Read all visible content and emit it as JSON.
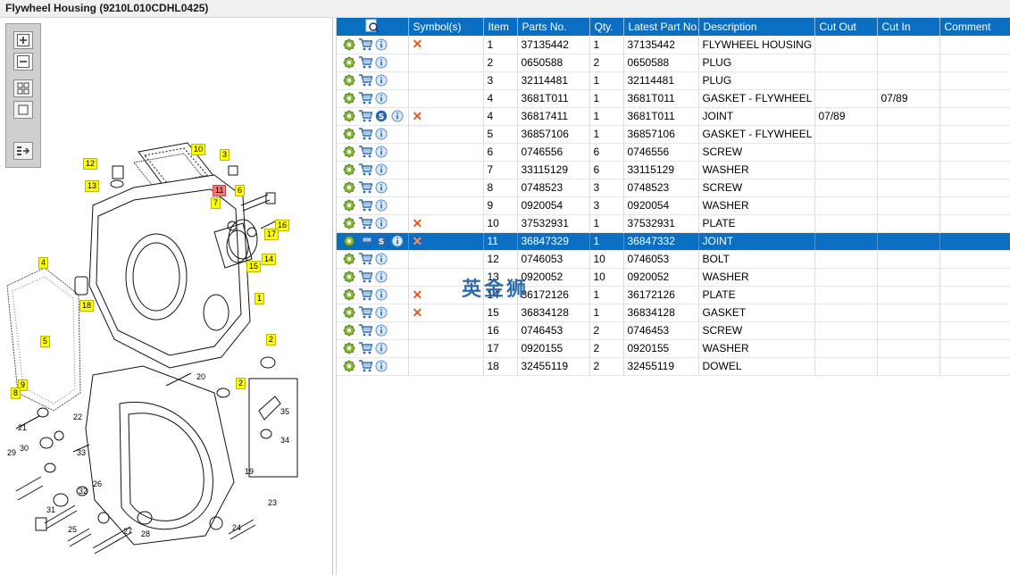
{
  "window": {
    "title": "Flywheel Housing (9210L010CDHL0425)"
  },
  "toolbar": {
    "buttons": [
      {
        "name": "zoom-in-button",
        "icon": "zoom-in-icon"
      },
      {
        "name": "zoom-out-button",
        "icon": "zoom-out-icon"
      },
      {
        "name": "fit-all-button",
        "icon": "grid-icon"
      },
      {
        "name": "fit-page-button",
        "icon": "square-icon"
      },
      {
        "name": "export-button",
        "icon": "list-arrow-icon"
      }
    ]
  },
  "diagram": {
    "callouts": [
      {
        "label": "10",
        "highlight": "yellow"
      },
      {
        "label": "3",
        "highlight": "yellow"
      },
      {
        "label": "12",
        "highlight": "yellow"
      },
      {
        "label": "13",
        "highlight": "yellow"
      },
      {
        "label": "11",
        "highlight": "red"
      },
      {
        "label": "6",
        "highlight": "yellow"
      },
      {
        "label": "7",
        "highlight": "yellow"
      },
      {
        "label": "16",
        "highlight": "yellow"
      },
      {
        "label": "17",
        "highlight": "yellow"
      },
      {
        "label": "15",
        "highlight": "yellow"
      },
      {
        "label": "14",
        "highlight": "yellow"
      },
      {
        "label": "1",
        "highlight": "yellow"
      },
      {
        "label": "4",
        "highlight": "yellow"
      },
      {
        "label": "18",
        "highlight": "yellow"
      },
      {
        "label": "5",
        "highlight": "yellow"
      },
      {
        "label": "2",
        "highlight": "yellow"
      },
      {
        "label": "2",
        "highlight": "yellow"
      },
      {
        "label": "9",
        "highlight": "yellow"
      },
      {
        "label": "8",
        "highlight": "yellow"
      }
    ],
    "labels": [
      "20",
      "22",
      "21",
      "33",
      "30",
      "29",
      "32",
      "26",
      "31",
      "25",
      "27",
      "28",
      "19",
      "23",
      "24",
      "35",
      "34"
    ]
  },
  "table": {
    "columns": [
      "",
      "Symbol(s)",
      "Item",
      "Parts No.",
      "Qty.",
      "Latest Part No.",
      "Description",
      "Cut Out",
      "Cut In",
      "Comment"
    ],
    "rows": [
      {
        "item": "1",
        "part": "37135442",
        "qty": "1",
        "latest": "37135442",
        "desc": "FLYWHEEL HOUSING",
        "cutout": "",
        "cutin": "",
        "comment": "",
        "sym": true,
        "s": false,
        "selected": false
      },
      {
        "item": "2",
        "part": "0650588",
        "qty": "2",
        "latest": "0650588",
        "desc": "PLUG",
        "cutout": "",
        "cutin": "",
        "comment": "",
        "sym": false,
        "s": false,
        "selected": false
      },
      {
        "item": "3",
        "part": "32114481",
        "qty": "1",
        "latest": "32114481",
        "desc": "PLUG",
        "cutout": "",
        "cutin": "",
        "comment": "",
        "sym": false,
        "s": false,
        "selected": false
      },
      {
        "item": "4",
        "part": "3681T011",
        "qty": "1",
        "latest": "3681T011",
        "desc": "GASKET - FLYWHEEL HOU",
        "cutout": "",
        "cutin": "07/89",
        "comment": "",
        "sym": false,
        "s": false,
        "selected": false
      },
      {
        "item": "4",
        "part": "36817411",
        "qty": "1",
        "latest": "3681T011",
        "desc": "JOINT",
        "cutout": "07/89",
        "cutin": "",
        "comment": "",
        "sym": true,
        "s": true,
        "selected": false
      },
      {
        "item": "5",
        "part": "36857106",
        "qty": "1",
        "latest": "36857106",
        "desc": "GASKET - FLYWHEEL HOU",
        "cutout": "",
        "cutin": "",
        "comment": "",
        "sym": false,
        "s": false,
        "selected": false
      },
      {
        "item": "6",
        "part": "0746556",
        "qty": "6",
        "latest": "0746556",
        "desc": "SCREW",
        "cutout": "",
        "cutin": "",
        "comment": "",
        "sym": false,
        "s": false,
        "selected": false
      },
      {
        "item": "7",
        "part": "33115129",
        "qty": "6",
        "latest": "33115129",
        "desc": "WASHER",
        "cutout": "",
        "cutin": "",
        "comment": "",
        "sym": false,
        "s": false,
        "selected": false
      },
      {
        "item": "8",
        "part": "0748523",
        "qty": "3",
        "latest": "0748523",
        "desc": "SCREW",
        "cutout": "",
        "cutin": "",
        "comment": "",
        "sym": false,
        "s": false,
        "selected": false
      },
      {
        "item": "9",
        "part": "0920054",
        "qty": "3",
        "latest": "0920054",
        "desc": "WASHER",
        "cutout": "",
        "cutin": "",
        "comment": "",
        "sym": false,
        "s": false,
        "selected": false
      },
      {
        "item": "10",
        "part": "37532931",
        "qty": "1",
        "latest": "37532931",
        "desc": "PLATE",
        "cutout": "",
        "cutin": "",
        "comment": "",
        "sym": true,
        "s": false,
        "selected": false
      },
      {
        "item": "11",
        "part": "36847329",
        "qty": "1",
        "latest": "36847332",
        "desc": "JOINT",
        "cutout": "",
        "cutin": "",
        "comment": "",
        "sym": true,
        "s": true,
        "selected": true
      },
      {
        "item": "12",
        "part": "0746053",
        "qty": "10",
        "latest": "0746053",
        "desc": "BOLT",
        "cutout": "",
        "cutin": "",
        "comment": "",
        "sym": false,
        "s": false,
        "selected": false
      },
      {
        "item": "13",
        "part": "0920052",
        "qty": "10",
        "latest": "0920052",
        "desc": "WASHER",
        "cutout": "",
        "cutin": "",
        "comment": "",
        "sym": false,
        "s": false,
        "selected": false
      },
      {
        "item": "14",
        "part": "36172126",
        "qty": "1",
        "latest": "36172126",
        "desc": "PLATE",
        "cutout": "",
        "cutin": "",
        "comment": "",
        "sym": true,
        "s": false,
        "selected": false
      },
      {
        "item": "15",
        "part": "36834128",
        "qty": "1",
        "latest": "36834128",
        "desc": "GASKET",
        "cutout": "",
        "cutin": "",
        "comment": "",
        "sym": true,
        "s": false,
        "selected": false
      },
      {
        "item": "16",
        "part": "0746453",
        "qty": "2",
        "latest": "0746453",
        "desc": "SCREW",
        "cutout": "",
        "cutin": "",
        "comment": "",
        "sym": false,
        "s": false,
        "selected": false
      },
      {
        "item": "17",
        "part": "0920155",
        "qty": "2",
        "latest": "0920155",
        "desc": "WASHER",
        "cutout": "",
        "cutin": "",
        "comment": "",
        "sym": false,
        "s": false,
        "selected": false
      },
      {
        "item": "18",
        "part": "32455119",
        "qty": "2",
        "latest": "32455119",
        "desc": "DOWEL",
        "cutout": "",
        "cutin": "",
        "comment": "",
        "sym": false,
        "s": false,
        "selected": false
      }
    ]
  },
  "watermark": "英金狮",
  "colors": {
    "header": "#0a6fc2",
    "selected": "#0a6fc2",
    "symbol_x": "#e25a20"
  }
}
